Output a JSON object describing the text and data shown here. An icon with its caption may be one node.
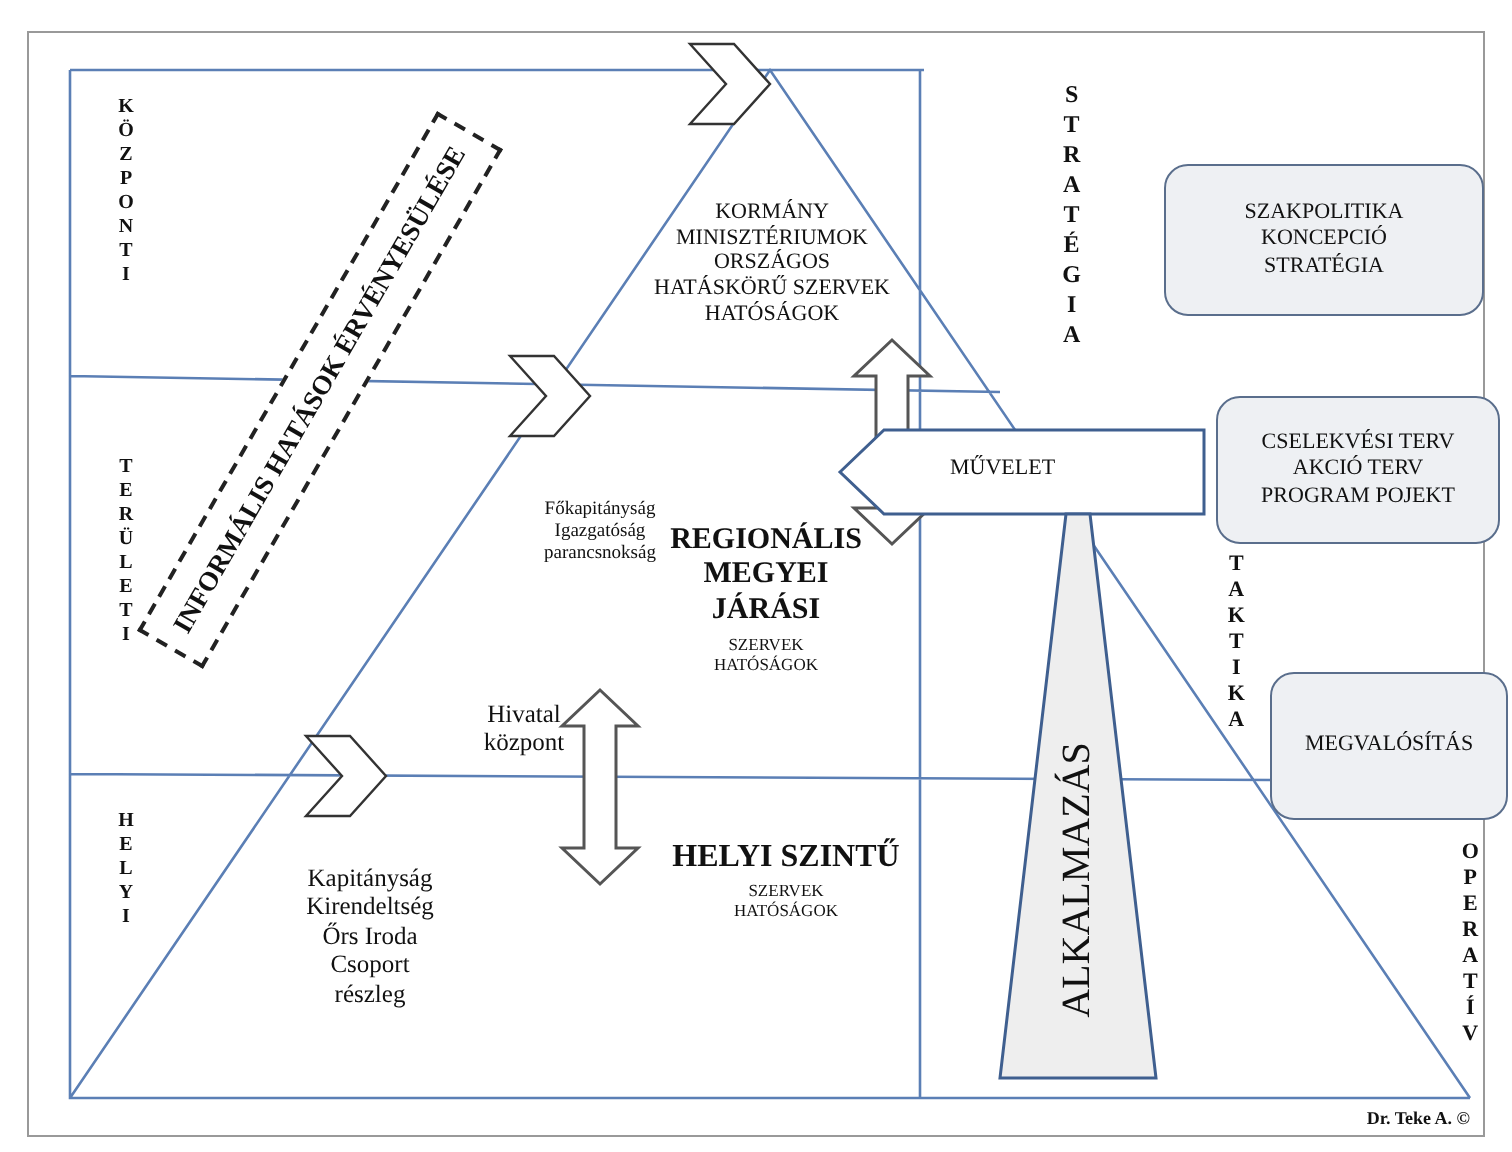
{
  "diagram": {
    "nodes": [
      {
        "text": [
          "INFORMÁLIS HATÁSOK ÉRVÉNYESÜLÉSE"
        ]
      },
      {
        "text": [
          "SZAKPOLITIKA KONCEPCIÓ STRATÉGIA"
        ]
      },
      {
        "text": [
          "MŰVELET"
        ]
      },
      {
        "text": [
          "CSELEKVÉSI TERV AKCIÓ TERV PROGRAM POJEKT"
        ]
      },
      {
        "text": [
          "ALKALMAZÁS"
        ]
      },
      {
        "text": [
          "MEGVALÓSÍTÁS"
        ]
      }
    ],
    "labels": [
      "KÖZPONTI",
      "STRATÉGIA",
      "KORMÁNY MINISZTÉRIUMOK ORSZÁGOS HATÁSKÖRŰ SZERVEK HATÓSÁGOK",
      "TERÜLETI",
      "Főkapitányság Igazgatóság parancsnokság",
      "REGIONÁLIS MEGYEI JÁRÁSI",
      "SZERVEK HATÓSÁGOK",
      "TAKTIKA",
      "Hivatal központ",
      "HELYI",
      "HELYI SZINTŰ",
      "SZERVEK HATÓSÁGOK",
      "Kapitányság Kirendeltség Őrs Iroda Csoport részleg",
      "OPERATÍV",
      "Dr. Teke A. ©"
    ]
  }
}
